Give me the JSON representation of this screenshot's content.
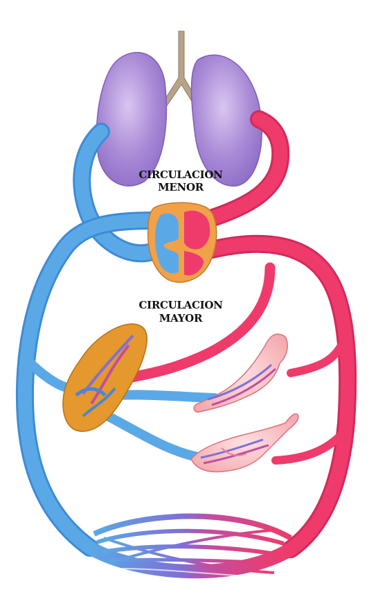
{
  "labels": {
    "minor_circulation_line1": "CIRCULACION",
    "minor_circulation_line2": "MENOR",
    "major_circulation_line1": "CIRCULACION",
    "major_circulation_line2": "MAYOR"
  },
  "colors": {
    "arterial": "#ee3b6b",
    "venous": "#5aa9e6",
    "lung": "#a98ad6",
    "trachea": "#b7a389",
    "heart": "#e8993a",
    "liver": "#e4982d",
    "stomach": "#f5b3b7",
    "intestine": "#f1a9b6"
  },
  "icons": {
    "lungs": "lungs-icon",
    "heart": "heart-icon",
    "liver": "liver-icon",
    "stomach": "stomach-icon",
    "intestine": "intestine-icon",
    "capillaries": "capillary-bed-icon"
  }
}
